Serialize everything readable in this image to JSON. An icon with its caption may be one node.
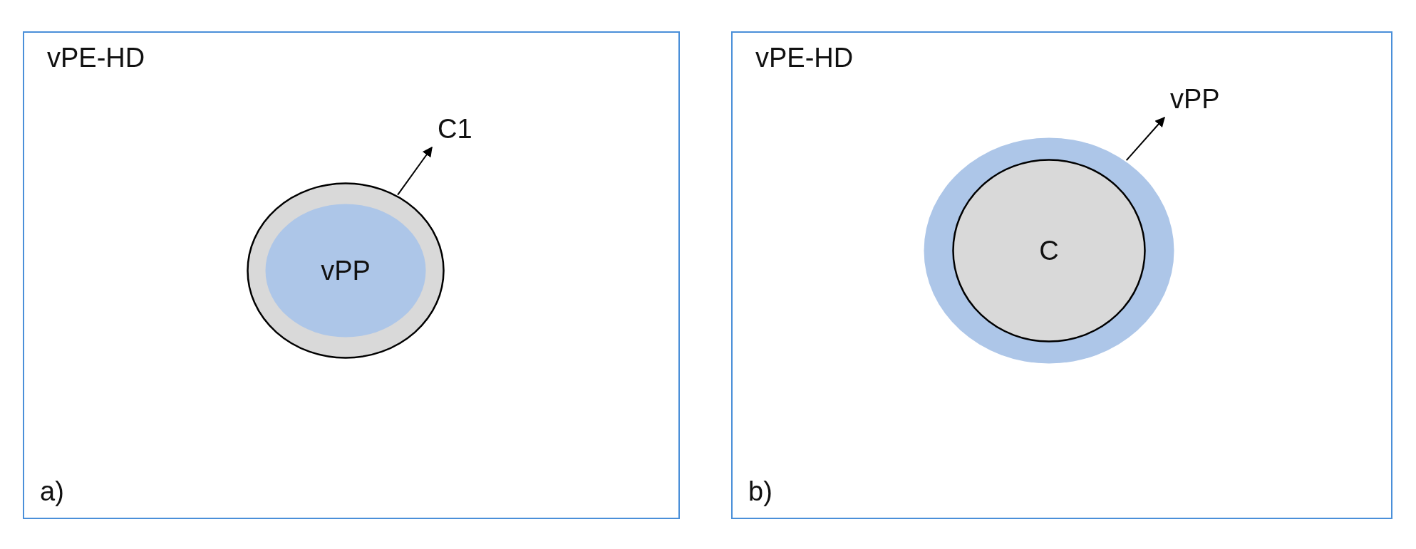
{
  "diagram": {
    "nodes": [
      {
        "text": [
          "vPE-HD",
          "a)"
        ]
      },
      {
        "text": [],
        "shape": "ellipse",
        "in": 0
      },
      {
        "text": [
          "vPP"
        ],
        "in": 1
      },
      {
        "text": [
          "C1"
        ],
        "in": 0
      },
      {
        "text": [
          "vPE-HD",
          "b)"
        ]
      },
      {
        "text": [],
        "shape": "ellipse",
        "in": 4
      },
      {
        "text": [
          "C"
        ],
        "in": 5
      },
      {
        "text": [
          "vPP"
        ],
        "in": 4
      }
    ],
    "edges": [
      {
        "from": 1,
        "to": 3,
        "arrow": "to"
      },
      {
        "from": 5,
        "to": 7,
        "arrow": "to"
      }
    ]
  }
}
